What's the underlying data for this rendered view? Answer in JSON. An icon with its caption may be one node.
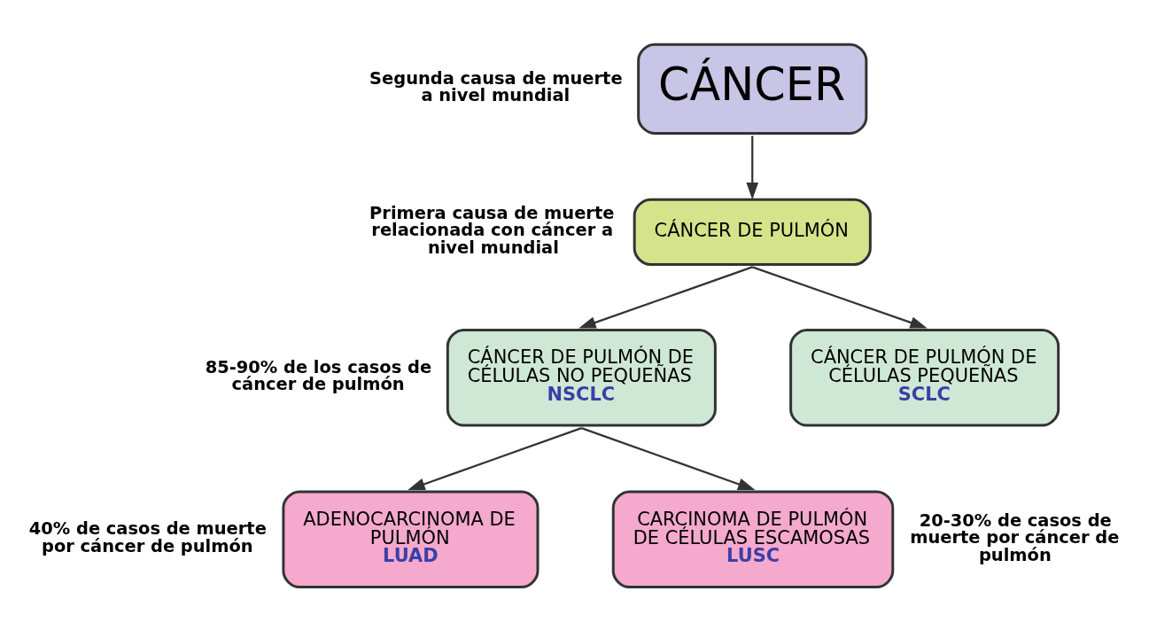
{
  "diagram": {
    "nodes": [
      {
        "text": [
          "CÁNCER"
        ],
        "beside": [
          "Segunda causa de muerte a nivel mundial"
        ]
      },
      {
        "text": [
          "CÁNCER DE PULMÓN"
        ],
        "beside": [
          "Primera causa de muerte relacionada con cáncer a nivel mundial"
        ]
      },
      {
        "text": [
          "CÁNCER DE PULMÓN DE CÉLULAS NO PEQUEÑAS",
          "NSCLC"
        ],
        "beside": [
          "85-90% de los casos de cáncer de pulmón"
        ]
      },
      {
        "text": [
          "CÁNCER DE PULMÓN DE CÉLULAS PEQUEÑAS",
          "SCLC"
        ]
      },
      {
        "text": [
          "ADENOCARCINOMA DE PULMÓN",
          "LUAD"
        ],
        "beside": [
          "40% de casos de muerte por cáncer de pulmón"
        ]
      },
      {
        "text": [
          "CARCINOMA DE PULMÓN DE CÉLULAS ESCAMOSAS",
          "LUSC"
        ],
        "beside": [
          "20-30% de casos de muerte por cáncer de pulmón"
        ]
      }
    ],
    "edges": [
      {
        "from": 0,
        "to": 1,
        "arrow": "to"
      },
      {
        "from": 1,
        "to": 2,
        "arrow": "to"
      },
      {
        "from": 1,
        "to": 3,
        "arrow": "to"
      },
      {
        "from": 2,
        "to": 4,
        "arrow": "to"
      },
      {
        "from": 2,
        "to": 5,
        "arrow": "to"
      }
    ]
  }
}
